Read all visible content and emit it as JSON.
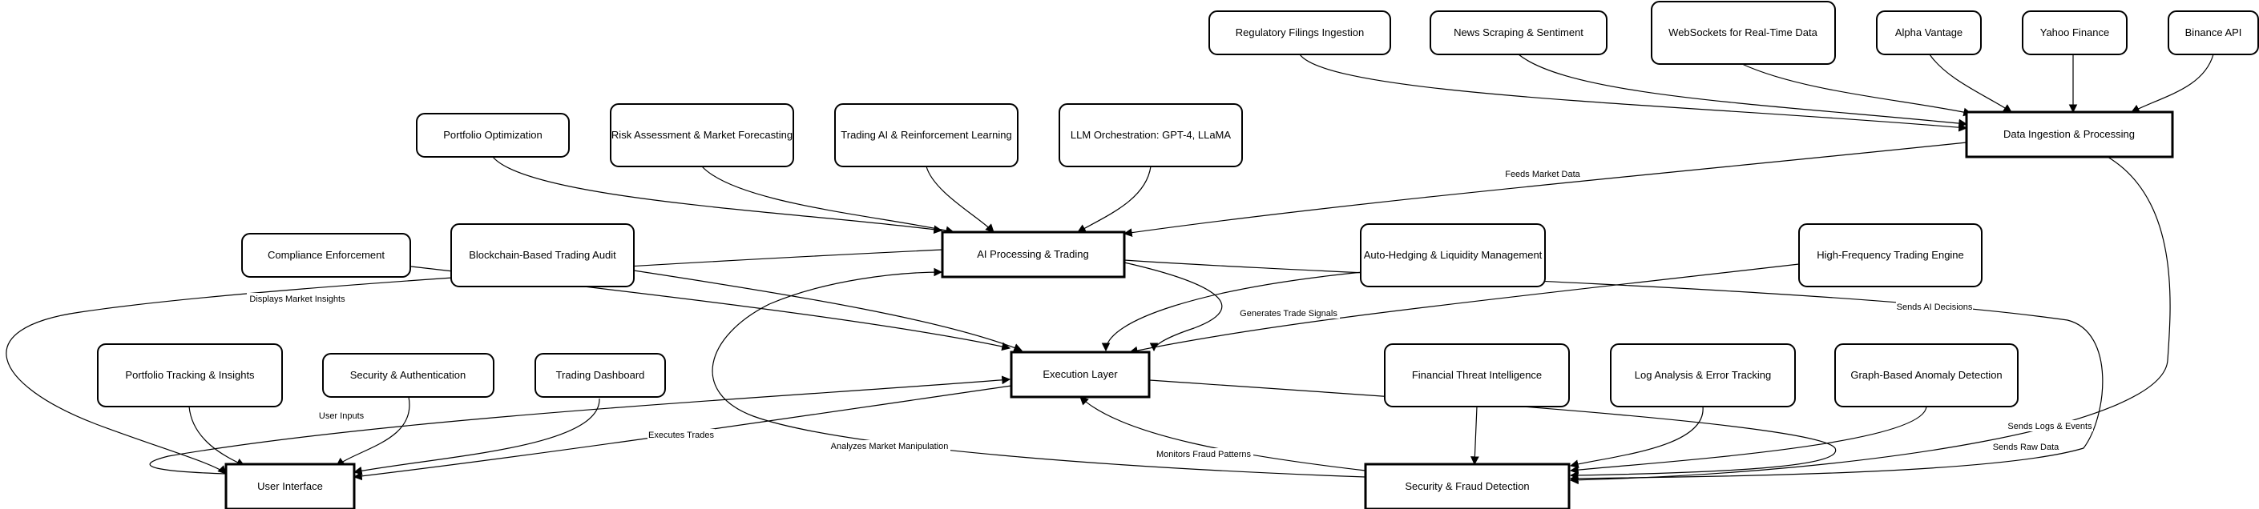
{
  "nodes": {
    "regulatory": "Regulatory Filings Ingestion",
    "news": "News Scraping & Sentiment",
    "websockets": "WebSockets for Real-Time Data",
    "alpha": "Alpha Vantage",
    "yahoo": "Yahoo Finance",
    "binance": "Binance API",
    "data_ingestion": "Data Ingestion & Processing",
    "portfolio_opt": "Portfolio Optimization",
    "risk": "Risk Assessment & Market Forecasting",
    "trading_ai": "Trading AI & Reinforcement Learning",
    "llm": "LLM Orchestration: GPT-4, LLaMA",
    "ai_processing": "AI Processing & Trading",
    "compliance": "Compliance Enforcement",
    "blockchain": "Blockchain-Based Trading Audit",
    "auto_hedging": "Auto-Hedging & Liquidity Management",
    "hft": "High-Frequency Trading Engine",
    "execution": "Execution Layer",
    "portfolio_tracking": "Portfolio Tracking & Insights",
    "security_auth": "Security & Authentication",
    "trading_dashboard": "Trading Dashboard",
    "user_interface": "User Interface",
    "threat_intel": "Financial Threat Intelligence",
    "log_analysis": "Log Analysis & Error Tracking",
    "graph_anomaly": "Graph-Based Anomaly Detection",
    "security_fraud": "Security & Fraud Detection"
  },
  "edge_labels": {
    "feeds_market_data": "Feeds Market Data",
    "displays_market_insights": "Displays Market Insights",
    "generates_trade_signals": "Generates Trade Signals",
    "sends_ai_decisions": "Sends AI Decisions",
    "user_inputs": "User Inputs",
    "executes_trades": "Executes Trades",
    "analyzes_market_manipulation": "Analyzes Market Manipulation",
    "monitors_fraud_patterns": "Monitors Fraud Patterns",
    "sends_logs_events": "Sends Logs & Events",
    "sends_raw_data": "Sends Raw Data"
  }
}
